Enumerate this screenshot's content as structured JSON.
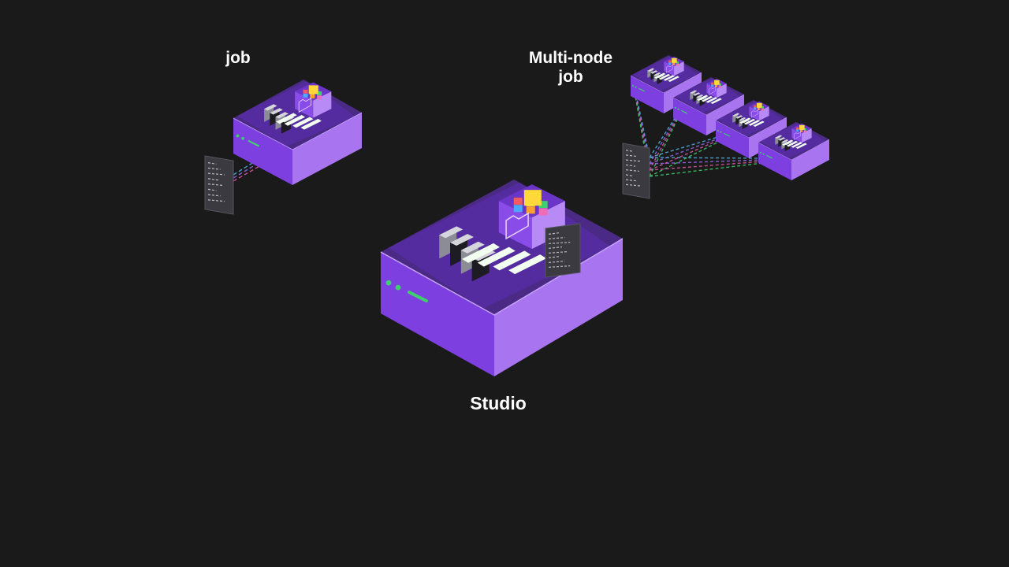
{
  "labels": {
    "job": "job",
    "multi_node_job": "Multi-node\njob",
    "studio": "Studio"
  },
  "colors": {
    "background": "#1a1a1b",
    "box_top": "#4b2a86",
    "box_left": "#7d3fe0",
    "box_right": "#a874f0",
    "box_inner": "#5a2fb0",
    "rim": "#c9a6ff",
    "accent_green": "#3ecf6e",
    "log_panel": "#3a3a40",
    "cable_colors": [
      "#4fb6e8",
      "#9a6cf2",
      "#e05aa8",
      "#3ecf6e"
    ]
  },
  "icons": {
    "studio": "studio-box-icon",
    "job": "job-box-icon",
    "multi_node": "multi-node-box-icon",
    "folder": "folder-icon",
    "log": "log-panel-icon",
    "cube": "color-cube-icon"
  }
}
